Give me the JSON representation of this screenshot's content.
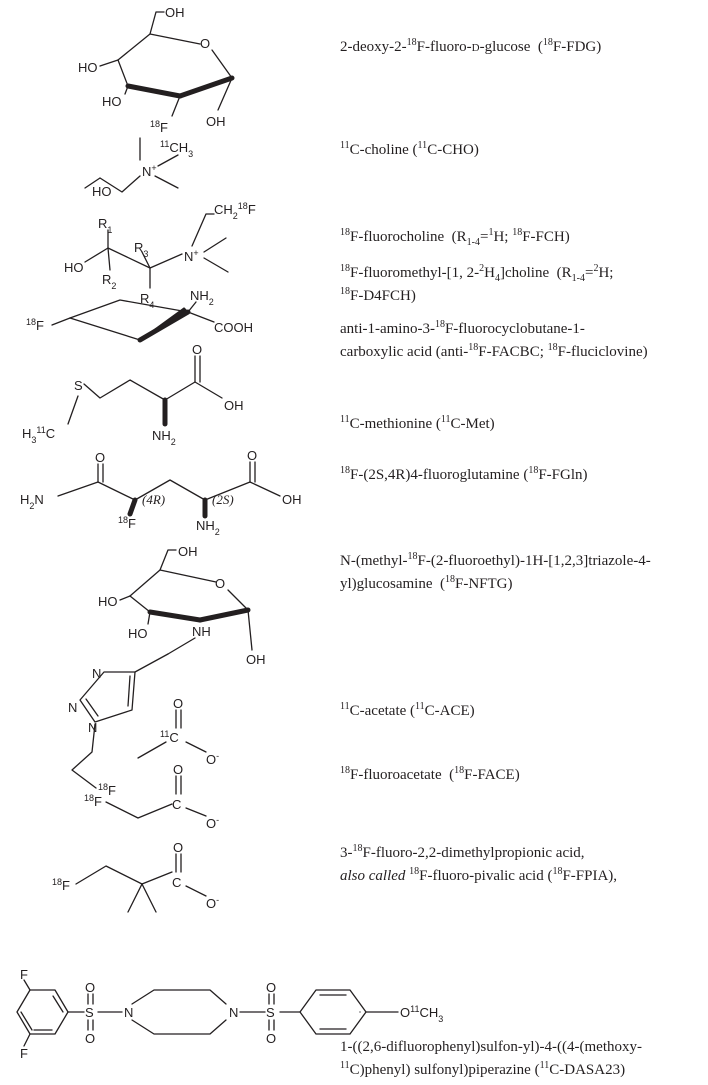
{
  "captions": [
    {
      "lines": [
        [
          [
            "2-deoxy-2-",
            ""
          ],
          [
            "18",
            "sup"
          ],
          [
            "F-fluoro-",
            ""
          ],
          [
            "d",
            "sc"
          ],
          [
            "-glucose  (",
            ""
          ],
          [
            "18",
            "sup"
          ],
          [
            "F-FDG)",
            ""
          ]
        ]
      ]
    },
    {
      "lines": [
        [
          [
            "11",
            "sup"
          ],
          [
            "C-choline (",
            ""
          ],
          [
            "11",
            "sup"
          ],
          [
            "C-CHO)",
            ""
          ]
        ]
      ]
    },
    {
      "lines": [
        [
          [
            "18",
            "sup"
          ],
          [
            "F-fluorocholine  (R",
            ""
          ],
          [
            "1-4",
            "sub"
          ],
          [
            "=",
            ""
          ],
          [
            "1",
            "sup"
          ],
          [
            "H; ",
            ""
          ],
          [
            "18",
            "sup"
          ],
          [
            "F-FCH)",
            ""
          ]
        ]
      ]
    },
    {
      "lines": [
        [
          [
            "18",
            "sup"
          ],
          [
            "F-fluoromethyl-[1, 2-",
            ""
          ],
          [
            "2",
            "sup"
          ],
          [
            "H",
            ""
          ],
          [
            "4",
            "sub"
          ],
          [
            "]choline  (R",
            ""
          ],
          [
            "1-4",
            "sub"
          ],
          [
            "=",
            ""
          ],
          [
            "2",
            "sup"
          ],
          [
            "H;",
            ""
          ]
        ],
        [
          [
            "18",
            "sup"
          ],
          [
            "F-D4FCH)",
            ""
          ]
        ]
      ]
    },
    {
      "lines": [
        [
          [
            "anti-1-amino-3-",
            ""
          ],
          [
            "18",
            "sup"
          ],
          [
            "F-fluorocyclobutane-1-",
            ""
          ]
        ],
        [
          [
            "carboxylic acid (anti-",
            ""
          ],
          [
            "18",
            "sup"
          ],
          [
            "F-FACBC; ",
            ""
          ],
          [
            "18",
            "sup"
          ],
          [
            "F-fluciclovine)",
            ""
          ]
        ]
      ]
    },
    {
      "lines": [
        [
          [
            "11",
            "sup"
          ],
          [
            "C-methionine (",
            ""
          ],
          [
            "11",
            "sup"
          ],
          [
            "C-Met)",
            ""
          ]
        ]
      ]
    },
    {
      "lines": [
        [
          [
            "18",
            "sup"
          ],
          [
            "F-(2S,4R)4-fluoroglutamine (",
            ""
          ],
          [
            "18",
            "sup"
          ],
          [
            "F-FGln)",
            ""
          ]
        ]
      ]
    },
    {
      "lines": [
        [
          [
            "N-(methyl-",
            ""
          ],
          [
            "18",
            "sup"
          ],
          [
            "F-(2-fluoroethyl)-1H-[1,2,3]triazole-4-",
            ""
          ]
        ],
        [
          [
            "yl)glucosamine  (",
            ""
          ],
          [
            "18",
            "sup"
          ],
          [
            "F-NFTG)",
            ""
          ]
        ]
      ]
    },
    {
      "lines": [
        [
          [
            "11",
            "sup"
          ],
          [
            "C-acetate (",
            ""
          ],
          [
            "11",
            "sup"
          ],
          [
            "C-ACE)",
            ""
          ]
        ]
      ]
    },
    {
      "lines": [
        [
          [
            "18",
            "sup"
          ],
          [
            "F-fluoroacetate  (",
            ""
          ],
          [
            "18",
            "sup"
          ],
          [
            "F-FACE)",
            ""
          ]
        ]
      ]
    },
    {
      "lines": [
        [
          [
            "3-",
            ""
          ],
          [
            "18",
            "sup"
          ],
          [
            "F-fluoro-2,2-dimethylpropionic acid,",
            ""
          ]
        ],
        [
          [
            "also called ",
            "i"
          ],
          [
            "18",
            "sup"
          ],
          [
            "F-fluoro-pivalic acid (",
            ""
          ],
          [
            "18",
            "sup"
          ],
          [
            "F-FPIA),",
            ""
          ]
        ]
      ]
    },
    {
      "lines": [
        [
          [
            "1-((2,6-difluorophenyl)sulfon-yl)-4-((4-(methoxy-",
            ""
          ]
        ],
        [
          [
            "11",
            "sup"
          ],
          [
            "C)phenyl) sulfonyl)piperazine (",
            ""
          ],
          [
            "11",
            "sup"
          ],
          [
            "C-DASA23)",
            ""
          ]
        ]
      ]
    }
  ],
  "atoms": {
    "OH": [
      [
        "OH",
        ""
      ]
    ],
    "HO": [
      [
        "HO",
        ""
      ]
    ],
    "O": [
      [
        "O",
        ""
      ]
    ],
    "N": [
      [
        "N",
        ""
      ]
    ],
    "S": [
      [
        "S",
        ""
      ]
    ],
    "F": [
      [
        "F",
        ""
      ]
    ],
    "NH": [
      [
        "NH",
        ""
      ]
    ],
    "NH2": [
      [
        "NH",
        ""
      ],
      [
        "2",
        "sub"
      ]
    ],
    "H2N": [
      [
        "H",
        ""
      ],
      [
        "2",
        "sub"
      ],
      [
        "N",
        ""
      ]
    ],
    "F18": [
      [
        "18",
        "sup"
      ],
      [
        "F",
        ""
      ]
    ],
    "CH2F18": [
      [
        "CH",
        ""
      ],
      [
        "2",
        "sub"
      ],
      [
        "18",
        "sup"
      ],
      [
        "F",
        ""
      ]
    ],
    "CH3_11": [
      [
        "11",
        "sup"
      ],
      [
        "CH",
        ""
      ],
      [
        "3",
        "sub"
      ]
    ],
    "H3C11": [
      [
        "H",
        ""
      ],
      [
        "3",
        "sub"
      ],
      [
        "11",
        "sup"
      ],
      [
        "C",
        ""
      ]
    ],
    "C11": [
      [
        "11",
        "sup"
      ],
      [
        "C",
        ""
      ]
    ],
    "C": [
      [
        "C",
        ""
      ]
    ],
    "Nplus": [
      [
        "N",
        ""
      ],
      [
        "+",
        "sup"
      ]
    ],
    "Ominus": [
      [
        "O",
        ""
      ],
      [
        "-",
        "sup"
      ]
    ],
    "COOH": [
      [
        "COOH",
        ""
      ]
    ],
    "R1": [
      [
        "R",
        ""
      ],
      [
        "1",
        "sub"
      ]
    ],
    "R2": [
      [
        "R",
        ""
      ],
      [
        "2",
        "sub"
      ]
    ],
    "R3": [
      [
        "R",
        ""
      ],
      [
        "3",
        "sub"
      ]
    ],
    "R4": [
      [
        "R",
        ""
      ],
      [
        "4",
        "sub"
      ]
    ],
    "OCH3_11": [
      [
        "O",
        ""
      ],
      [
        "11",
        "sup"
      ],
      [
        "CH",
        ""
      ],
      [
        "3",
        "sub"
      ]
    ],
    "stereo4R": [
      [
        "(4R)",
        ""
      ]
    ],
    "stereo2S": [
      [
        "(2S)",
        ""
      ]
    ]
  }
}
